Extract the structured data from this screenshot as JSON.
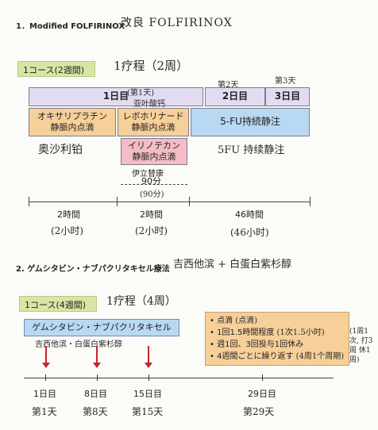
{
  "section1": {
    "title": "1．Modified FOLFIRINOX",
    "handwritten_title": "改良 FOLFIRINOX",
    "course_label": "1コース(2週間)",
    "course_hw": "1疗程（2周）",
    "day1": "1日目",
    "day1_hw": "(第1天)",
    "day2": "2日目",
    "day2_hw": "第2天",
    "day3": "3日目",
    "day3_hw": "第3天",
    "day1_hw_below": "亚叶酸钙",
    "drug_oxali": "オキサリプラチン",
    "drug_oxali_route": "静脈内点滴",
    "drug_levo": "レボホリナード",
    "drug_levo_route": "静脈内点滴",
    "drug_5fu": "5-FU持続静注",
    "drug_irino": "イリノテカン",
    "drug_irino_route": "静脈内点滴",
    "hw_oxali": "奥沙利铂",
    "hw_irino_above": "伊立替康",
    "hw_5fu": "5FU 持续静注",
    "irino_duration": "90分",
    "irino_duration_hw": "(90分)",
    "time_1": "2時間",
    "time_1_hw": "(2小时)",
    "time_2": "2時間",
    "time_2_hw": "(2小时)",
    "time_3": "46時間",
    "time_3_hw": "(46小时)"
  },
  "section2": {
    "title": "2. ゲムシタビン・ナブパクリタキセル療法",
    "handwritten_title": "吉西他滨 + 白蛋白紫杉醇",
    "course_label": "1コース(4週間)",
    "course_hw": "1疗程（4周）",
    "regimen": "ゲムシタビン・ナブパクリタキセル",
    "regimen_hw": "吉西他滨・白蛋白紫杉醇",
    "notes": [
      "• 点滴",
      "• 1回1.5時間程度",
      "• 週1回、3回投与1回休み",
      "• 4週間ごとに繰り返す"
    ],
    "notes_hw": [
      "(点滴)",
      "(1次1.5小时)",
      "(1周1次, 打3周 休1周)",
      "(4周1个周期)"
    ],
    "days": [
      "1日目",
      "8日目",
      "15日目",
      "29日目"
    ],
    "days_hw": [
      "第1天",
      "第8天",
      "第15天",
      "第29天"
    ]
  },
  "colors": {
    "course_label_bg": "#d7e6a4",
    "day_header": "#e2dcf3",
    "oxaliplatin": "#f6cf99",
    "levofolinate": "#f6cf99",
    "fu_infusion": "#b9d8f2",
    "irinotecan": "#f4bcc5",
    "notes_box": "#f6cf99",
    "regimen_bar": "#b9d8f2",
    "arrows": "#c0262b"
  }
}
